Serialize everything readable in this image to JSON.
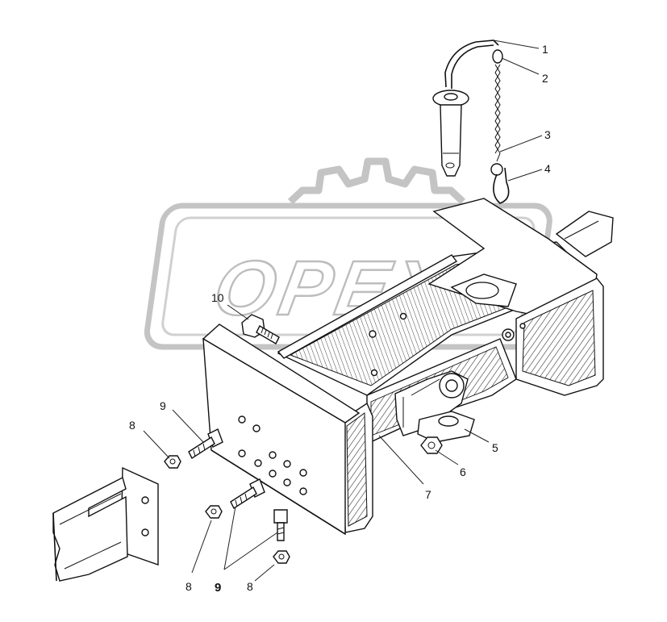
{
  "watermark": {
    "text": "OPEX"
  },
  "callouts": [
    {
      "id": "1",
      "label": "1",
      "part": "pin-handle"
    },
    {
      "id": "2",
      "label": "2",
      "part": "chain-ring"
    },
    {
      "id": "3",
      "label": "3",
      "part": "chain"
    },
    {
      "id": "4",
      "label": "4",
      "part": "spring-clip"
    },
    {
      "id": "5",
      "label": "5",
      "part": "hitch-clevis"
    },
    {
      "id": "6",
      "label": "6",
      "part": "nut"
    },
    {
      "id": "7",
      "label": "7",
      "part": "hitch-beam"
    },
    {
      "id": "8a",
      "label": "8",
      "part": "nut"
    },
    {
      "id": "8b",
      "label": "8",
      "part": "nut"
    },
    {
      "id": "8c",
      "label": "8",
      "part": "nut"
    },
    {
      "id": "9a",
      "label": "9",
      "part": "bolt"
    },
    {
      "id": "9b",
      "label": "9",
      "part": "bolt"
    },
    {
      "id": "10",
      "label": "10",
      "part": "bolt"
    }
  ],
  "colors": {
    "ink": "#111111",
    "watermark": "#bdbdbd",
    "background": "#ffffff"
  }
}
